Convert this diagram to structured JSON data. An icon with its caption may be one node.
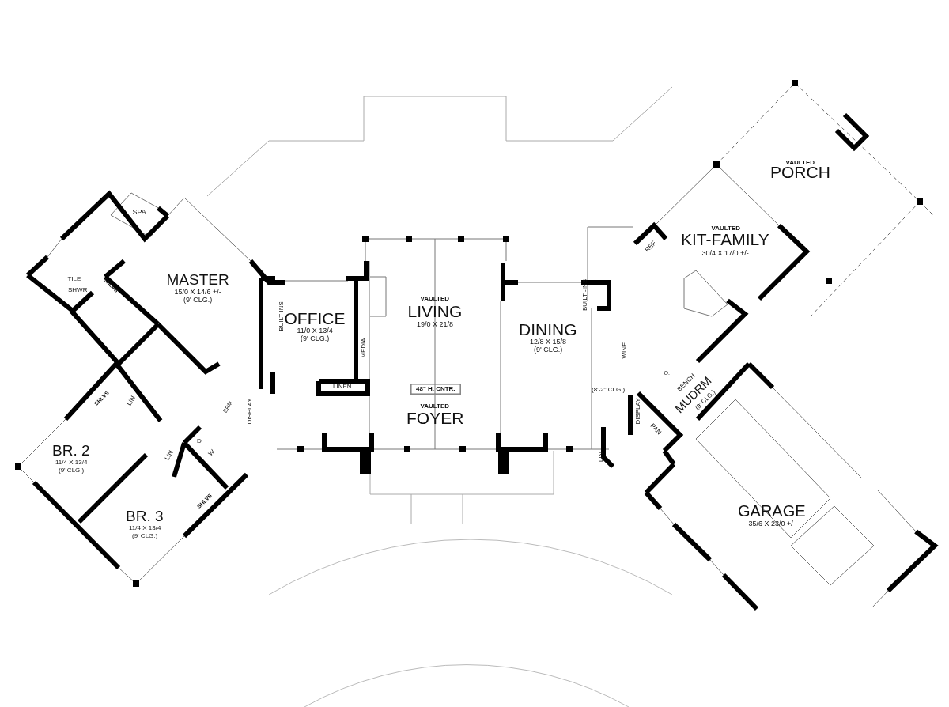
{
  "diagram": {
    "labels": [
      "VAULTED",
      "PORCH",
      "SPA",
      "VAULTED",
      "KIT-FAMILY",
      "30/4 X 17/0 +/-",
      "REF",
      "MASTER",
      "15/0 X 14/6 +/-",
      "(9' CLG.)",
      "TILE",
      "SHWR",
      "SHLVS",
      "VAULTED",
      "LIVING",
      "19/0 X 21/8",
      "OFFICE",
      "11/0 X 13/4",
      "(9' CLG.)",
      "BUILT-INS",
      "MEDIA",
      "DINING",
      "12/8 X 15/8",
      "(9' CLG.)",
      "BUILT -INS",
      "WINE",
      "LINEN",
      "48\" H. CNTR.",
      "O.",
      "BENCH",
      "MUDRM.",
      "(9' CLG.)",
      "(8'-2\" CLG.)",
      "SHLVS",
      "LIN",
      "BRM",
      "DISPLAY",
      "DISPLAY",
      "VAULTED",
      "FOYER",
      "D",
      "W",
      "LIN",
      "PAN",
      "LIN",
      "SHLVS",
      "BR. 2",
      "11/4 X 13/4",
      "(9' CLG.)",
      "BR. 3",
      "11/4 X 13/4",
      "(9' CLG.)",
      "GARAGE",
      "35/6 X 23/0 +/-"
    ]
  }
}
